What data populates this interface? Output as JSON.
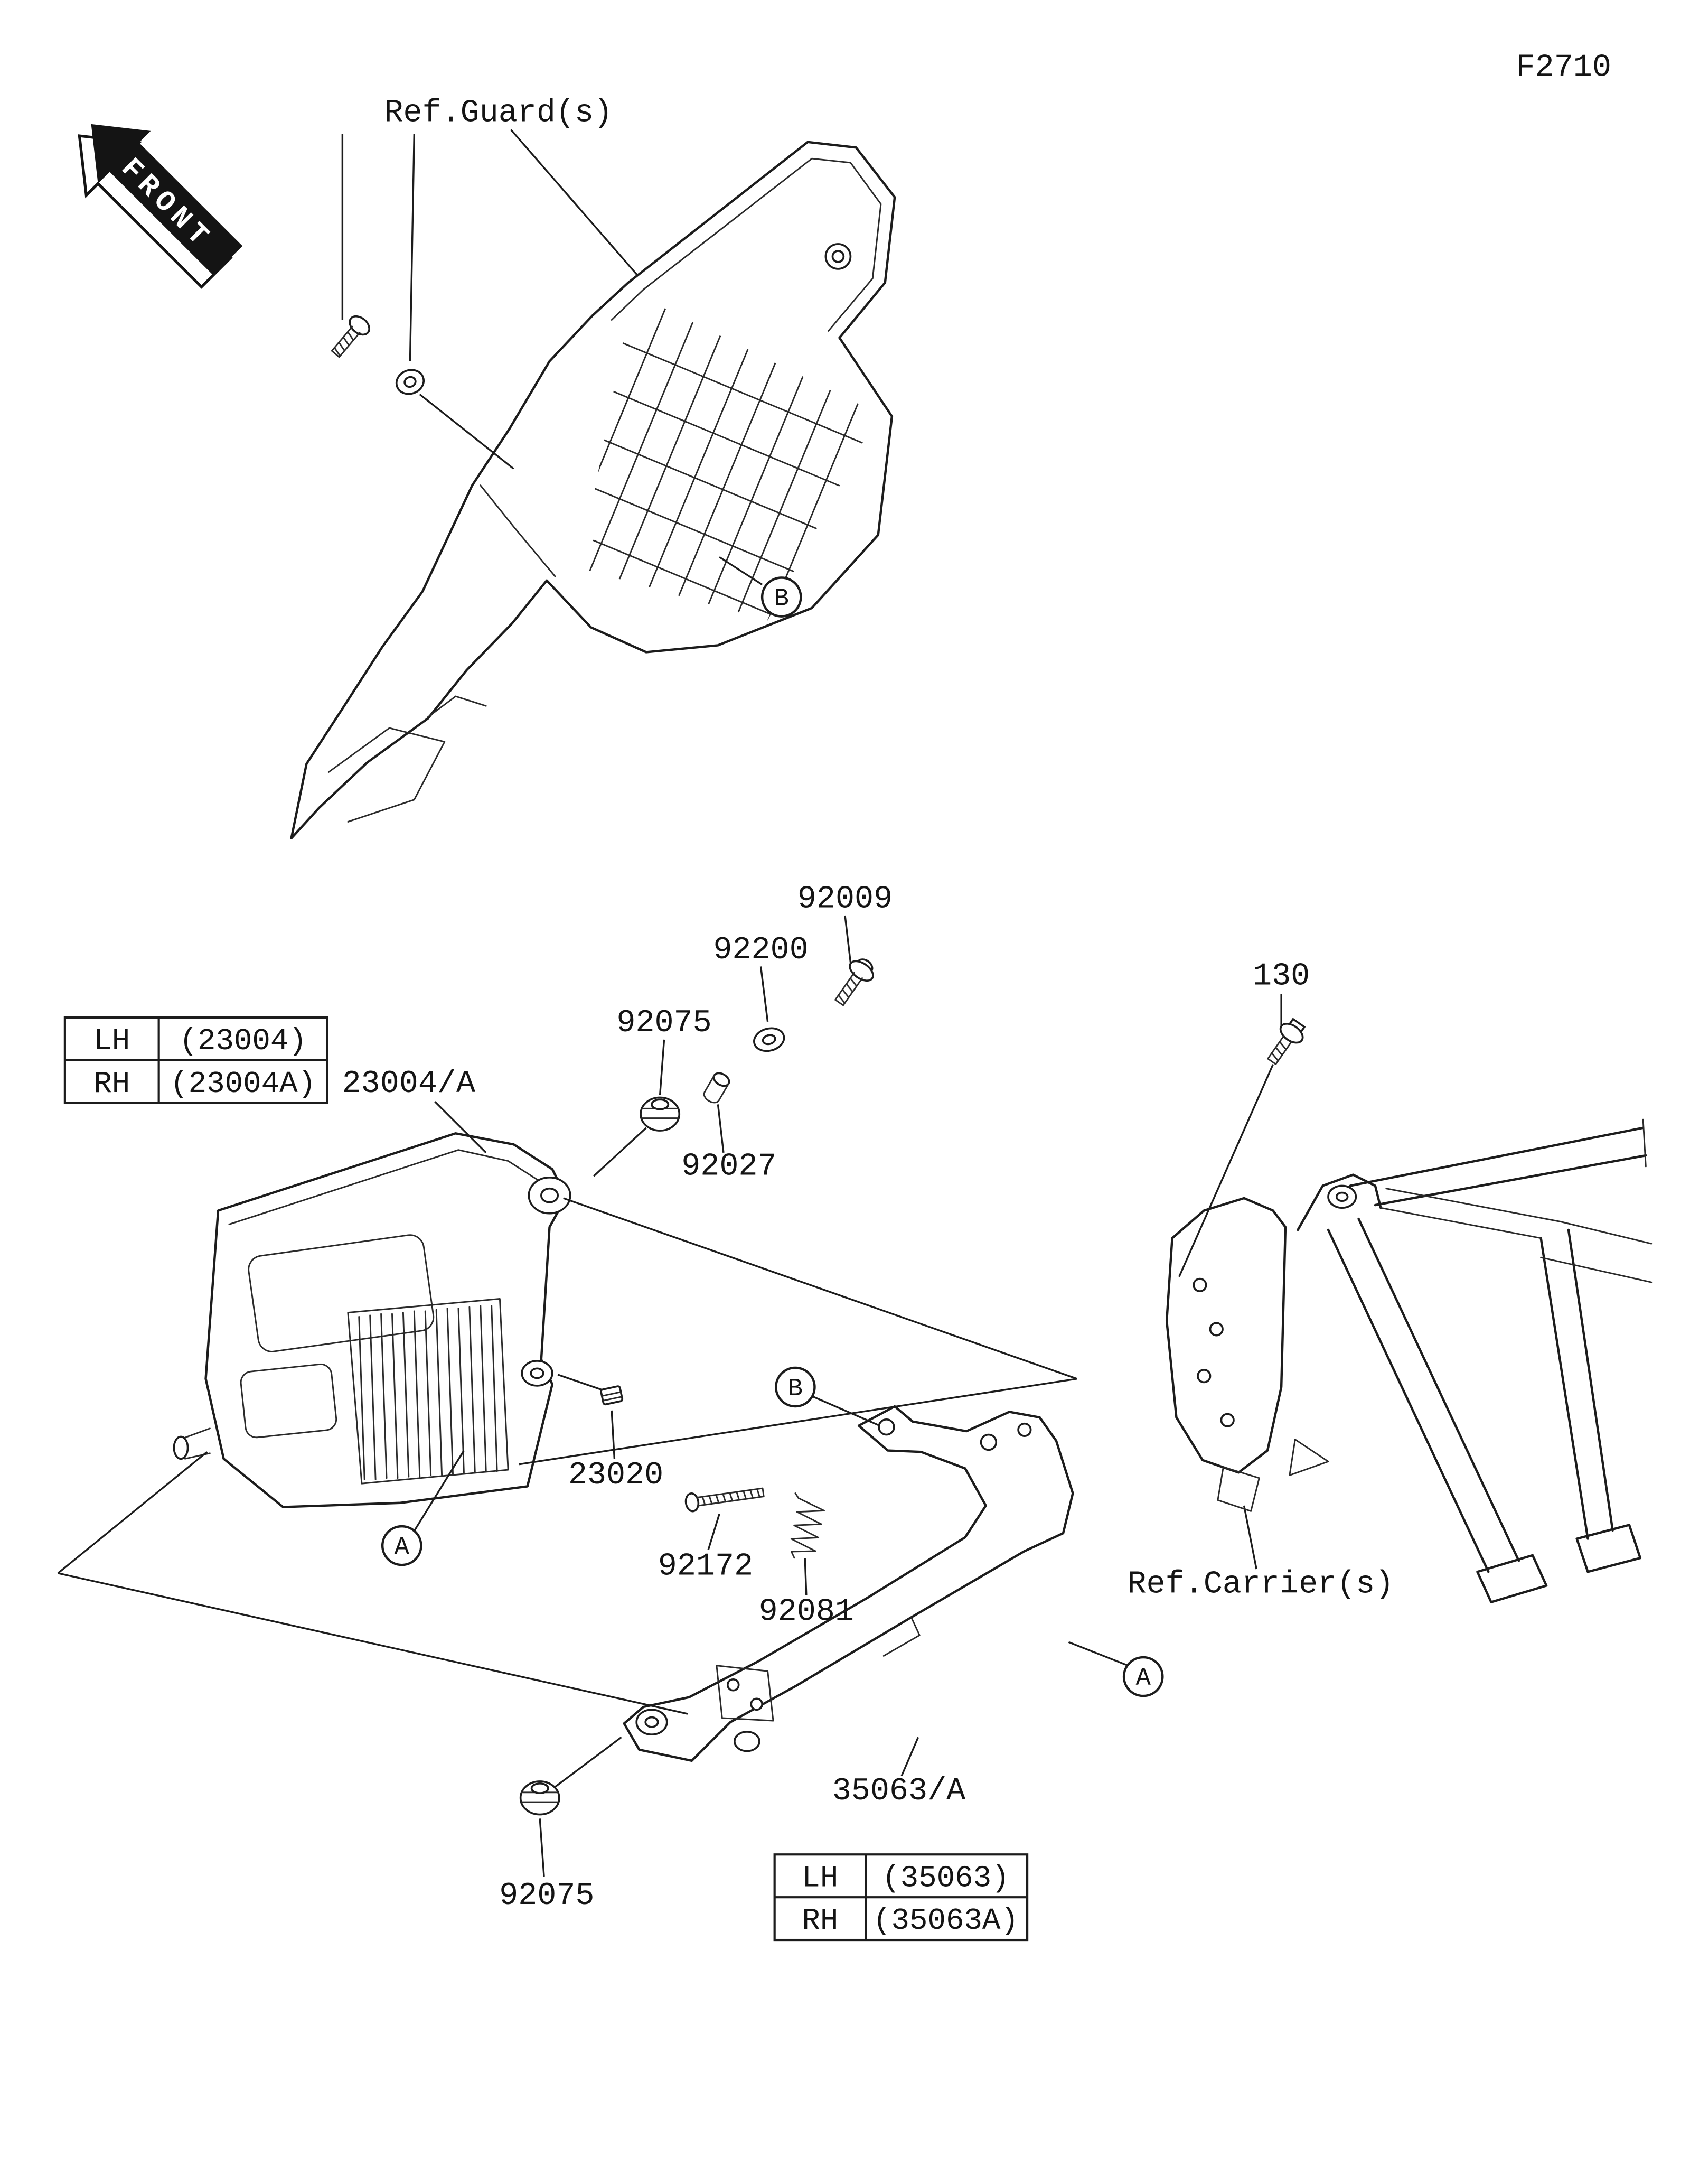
{
  "figure": {
    "code": "F2710"
  },
  "front_marker": {
    "label": "FRONT"
  },
  "references": {
    "guard": "Ref.Guard(s)",
    "carrier": "Ref.Carrier(s)"
  },
  "callouts": {
    "guard": "B",
    "bracket_mount": "B",
    "headlamp": "A",
    "bracket": "A"
  },
  "part_labels": {
    "screw_92009": "92009",
    "washer_92200": "92200",
    "damper_upper_92075": "92075",
    "headlamp_23004": "23004/A",
    "collar_92027": "92027",
    "bolt_130": "130",
    "nut_23020": "23020",
    "screw_92172": "92172",
    "spring_92081": "92081",
    "bracket_35063": "35063/A",
    "damper_lower_92075": "92075"
  },
  "tables": {
    "headlamp": {
      "rows": [
        {
          "side": "LH",
          "number": "(23004)"
        },
        {
          "side": "RH",
          "number": "(23004A)"
        }
      ]
    },
    "bracket": {
      "rows": [
        {
          "side": "LH",
          "number": "(35063)"
        },
        {
          "side": "RH",
          "number": "(35063A)"
        }
      ]
    }
  }
}
